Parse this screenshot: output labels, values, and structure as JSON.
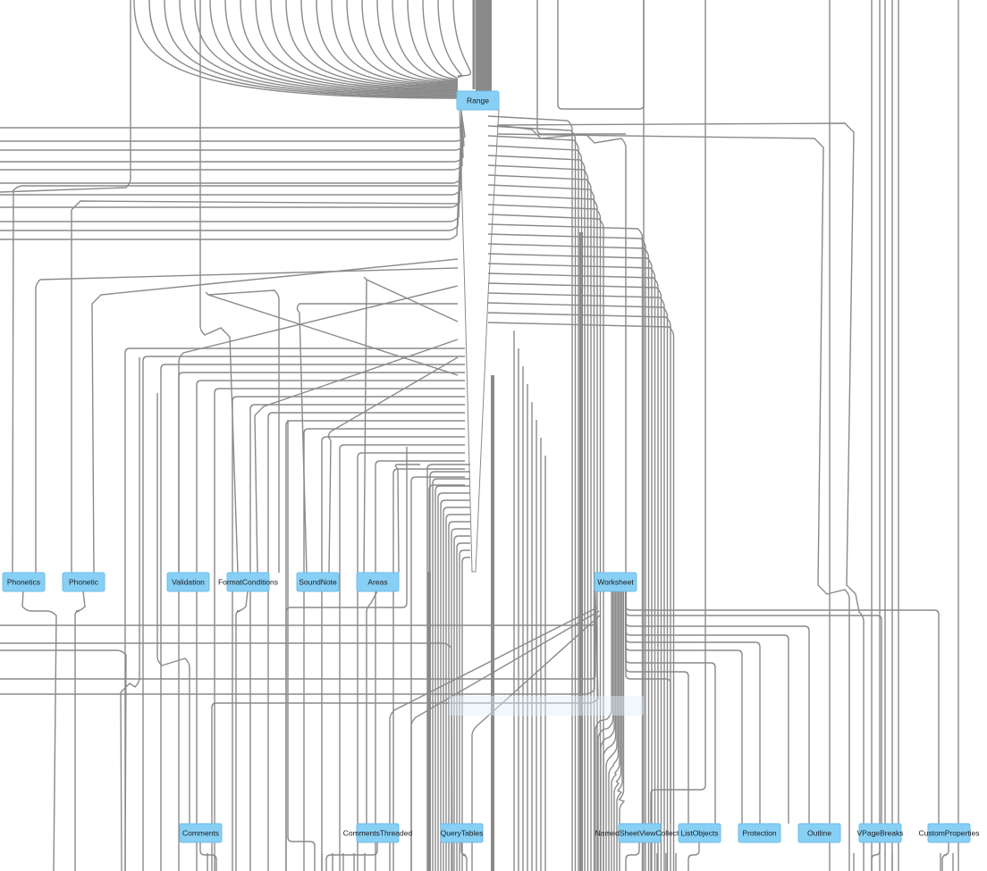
{
  "diagram": {
    "nodes": [
      {
        "id": "range",
        "label": "Range"
      },
      {
        "id": "phonetics",
        "label": "Phonetics"
      },
      {
        "id": "phonetic",
        "label": "Phonetic"
      },
      {
        "id": "validation",
        "label": "Validation"
      },
      {
        "id": "formatconditions",
        "label": "FormatConditions"
      },
      {
        "id": "soundnote",
        "label": "SoundNote"
      },
      {
        "id": "areas",
        "label": "Areas"
      },
      {
        "id": "worksheet",
        "label": "Worksheet"
      },
      {
        "id": "comments",
        "label": "Comments"
      },
      {
        "id": "commentsthreaded",
        "label": "CommentsThreaded"
      },
      {
        "id": "querytables",
        "label": "QueryTables"
      },
      {
        "id": "namedsheetviewcollection",
        "label": "NamedSheetViewCollectic"
      },
      {
        "id": "listobjects",
        "label": "ListObjects"
      },
      {
        "id": "protection",
        "label": "Protection"
      },
      {
        "id": "outline",
        "label": "Outline"
      },
      {
        "id": "vpagebreaks",
        "label": "VPageBreaks"
      },
      {
        "id": "customproperties",
        "label": "CustomProperties"
      }
    ],
    "colors": {
      "node_fill": "#87cff5",
      "edge": "#8a8a8a",
      "background": "#ffffff"
    }
  }
}
